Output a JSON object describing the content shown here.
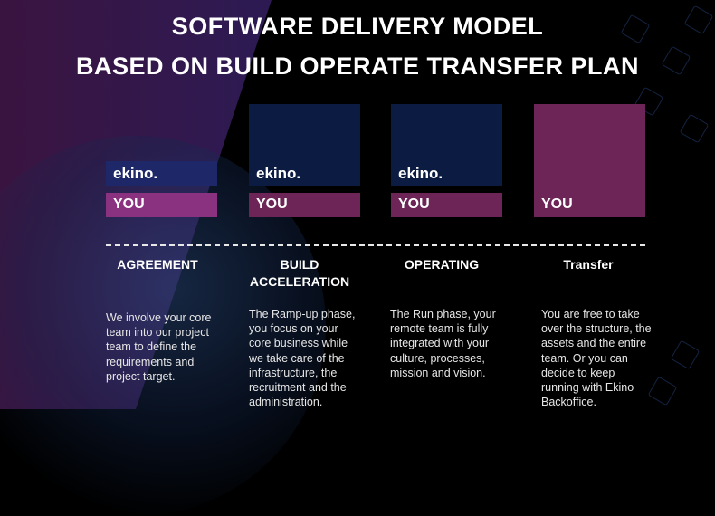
{
  "title": {
    "line1": "SOFTWARE DELIVERY MODEL",
    "line2": "BASED ON BUILD OPERATE TRANSFER PLAN"
  },
  "colors": {
    "ekino_navy": "#0b1b42",
    "you_plum": "#6d2456",
    "background": "#000000",
    "left_gradient": "#2e1a52"
  },
  "columns": [
    {
      "ekino_label": "ekino.",
      "you_label": "YOU",
      "phase": "AGREEMENT",
      "description": "We involve your core team into our project team to define the requirements and project target."
    },
    {
      "ekino_label": "ekino.",
      "you_label": "YOU",
      "phase": "BUILD ACCELERATION",
      "description": "The Ramp-up phase, you focus on your core business while we take care of the infrastructure, the recruitment and the administration."
    },
    {
      "ekino_label": "ekino.",
      "you_label": "YOU",
      "phase": "OPERATING",
      "description": "The Run phase, your remote team is fully integrated with your culture, processes, mission and vision."
    },
    {
      "ekino_label": "",
      "you_label": "YOU",
      "phase": "Transfer",
      "description": "You are free to take over the structure, the assets and the entire team. Or you can decide to keep running with Ekino Backoffice."
    }
  ]
}
